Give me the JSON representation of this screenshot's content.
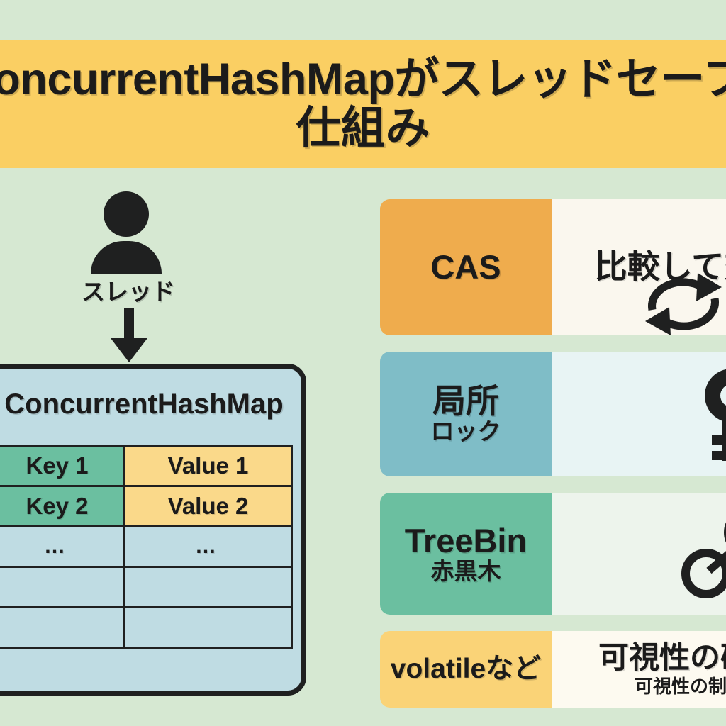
{
  "title": {
    "line1": "ConcurrentHashMapがスレッドセーフ",
    "line2": "仕組み"
  },
  "colors": {
    "background": "#d6e8d2",
    "title_banner": "#facf63",
    "card_fill": "#bfdce3",
    "key_cell": "#6bbfa0",
    "value_cell": "#fad98a",
    "cas_label": "#efac4d",
    "lock_label": "#7fbdc7",
    "treebin_label": "#6bbfa0",
    "volatile_label": "#fad377",
    "ink": "#1f2020"
  },
  "left": {
    "thread_label": "スレッド",
    "thread_icon": "person-icon",
    "arrow_icon": "arrow-down-icon",
    "card": {
      "title": "ConcurrentHashMap",
      "rows": [
        {
          "key": "Key 1",
          "value": "Value 1",
          "style": "filled"
        },
        {
          "key": "Key 2",
          "value": "Value 2",
          "style": "filled"
        },
        {
          "key": "…",
          "value": "…",
          "style": "dots"
        },
        {
          "key": "",
          "value": "",
          "style": "empty"
        },
        {
          "key": "",
          "value": "",
          "style": "empty"
        }
      ]
    }
  },
  "right": {
    "rows": [
      {
        "label_main": "CAS",
        "label_sub": "",
        "body_main": "比較して交換",
        "body_sub": "",
        "icon": "swap-cycle-icon"
      },
      {
        "label_main": "局所",
        "label_sub": "ロック",
        "body_main": "",
        "body_sub": "",
        "icon": "key-icon"
      },
      {
        "label_main": "TreeBin",
        "label_sub": "赤黒木",
        "body_main": "",
        "body_sub": "",
        "icon": "tree-nodes-icon"
      },
      {
        "label_main": "volatileなど",
        "label_sub": "",
        "body_main": "可視性の確保",
        "body_sub": "可視性の制御",
        "icon": ""
      }
    ]
  }
}
